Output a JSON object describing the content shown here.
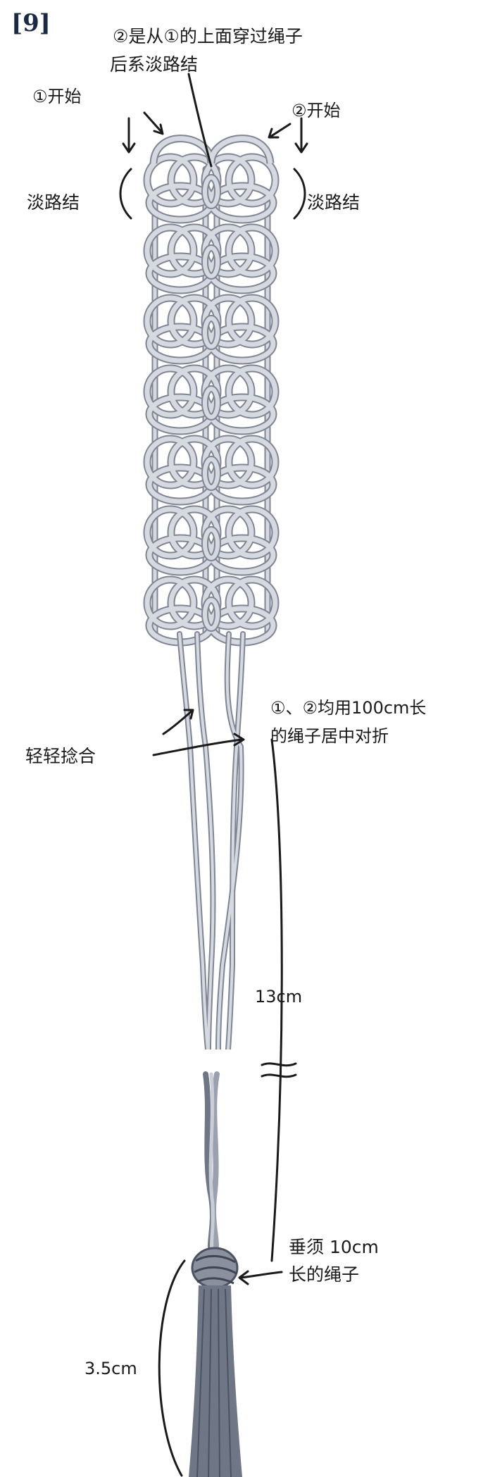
{
  "step_label": "[9]",
  "labels": {
    "note_2_over_1_line1": "②是从①的上面穿过绳子",
    "note_2_over_1_line2": "后系淡路结",
    "start_1": "①开始",
    "start_2": "②开始",
    "awaji_left": "淡路结",
    "awaji_right": "淡路结",
    "cord_note_line1": "①、②均用100cm长",
    "cord_note_line2": "的绳子居中对折",
    "twist_gently": "轻轻捻合",
    "length_13cm": "13cm",
    "fringe_note_line1": "垂须 10cm",
    "fringe_note_line2": "长的绳子",
    "length_3_5cm": "3.5cm"
  },
  "colors": {
    "cord": "#c9cdd6",
    "cord_outline": "#7f8594",
    "cord_dark": "#5f6676",
    "tassel": "#6f7686",
    "line": "#1a1a1a",
    "step_label": "#1b2a44"
  }
}
